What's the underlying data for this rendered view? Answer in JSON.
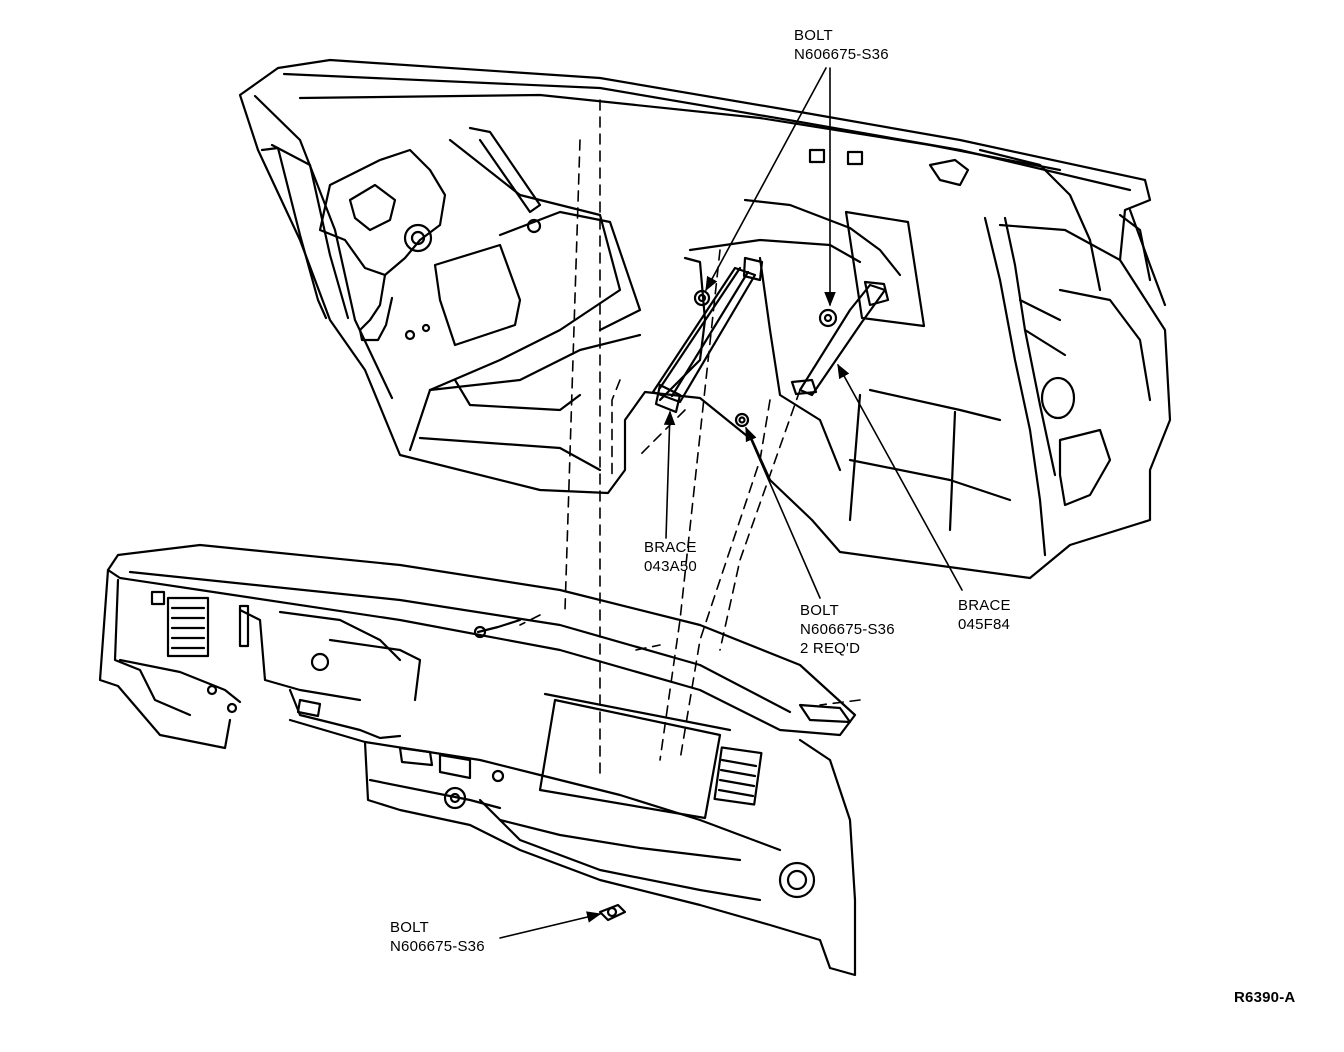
{
  "colors": {
    "ink": "#000000",
    "paper": "#ffffff"
  },
  "callouts": {
    "bolt_top": {
      "line1": "BOLT",
      "line2": "N606675-S36"
    },
    "brace_left": {
      "line1": "BRACE",
      "line2": "043A50"
    },
    "bolt_middle": {
      "line1": "BOLT",
      "line2": "N606675-S36",
      "line3": "2 REQ'D"
    },
    "brace_right": {
      "line1": "BRACE",
      "line2": "045F84"
    },
    "bolt_bottom": {
      "line1": "BOLT",
      "line2": "N606675-S36"
    }
  },
  "figure_id": "R6390-A"
}
